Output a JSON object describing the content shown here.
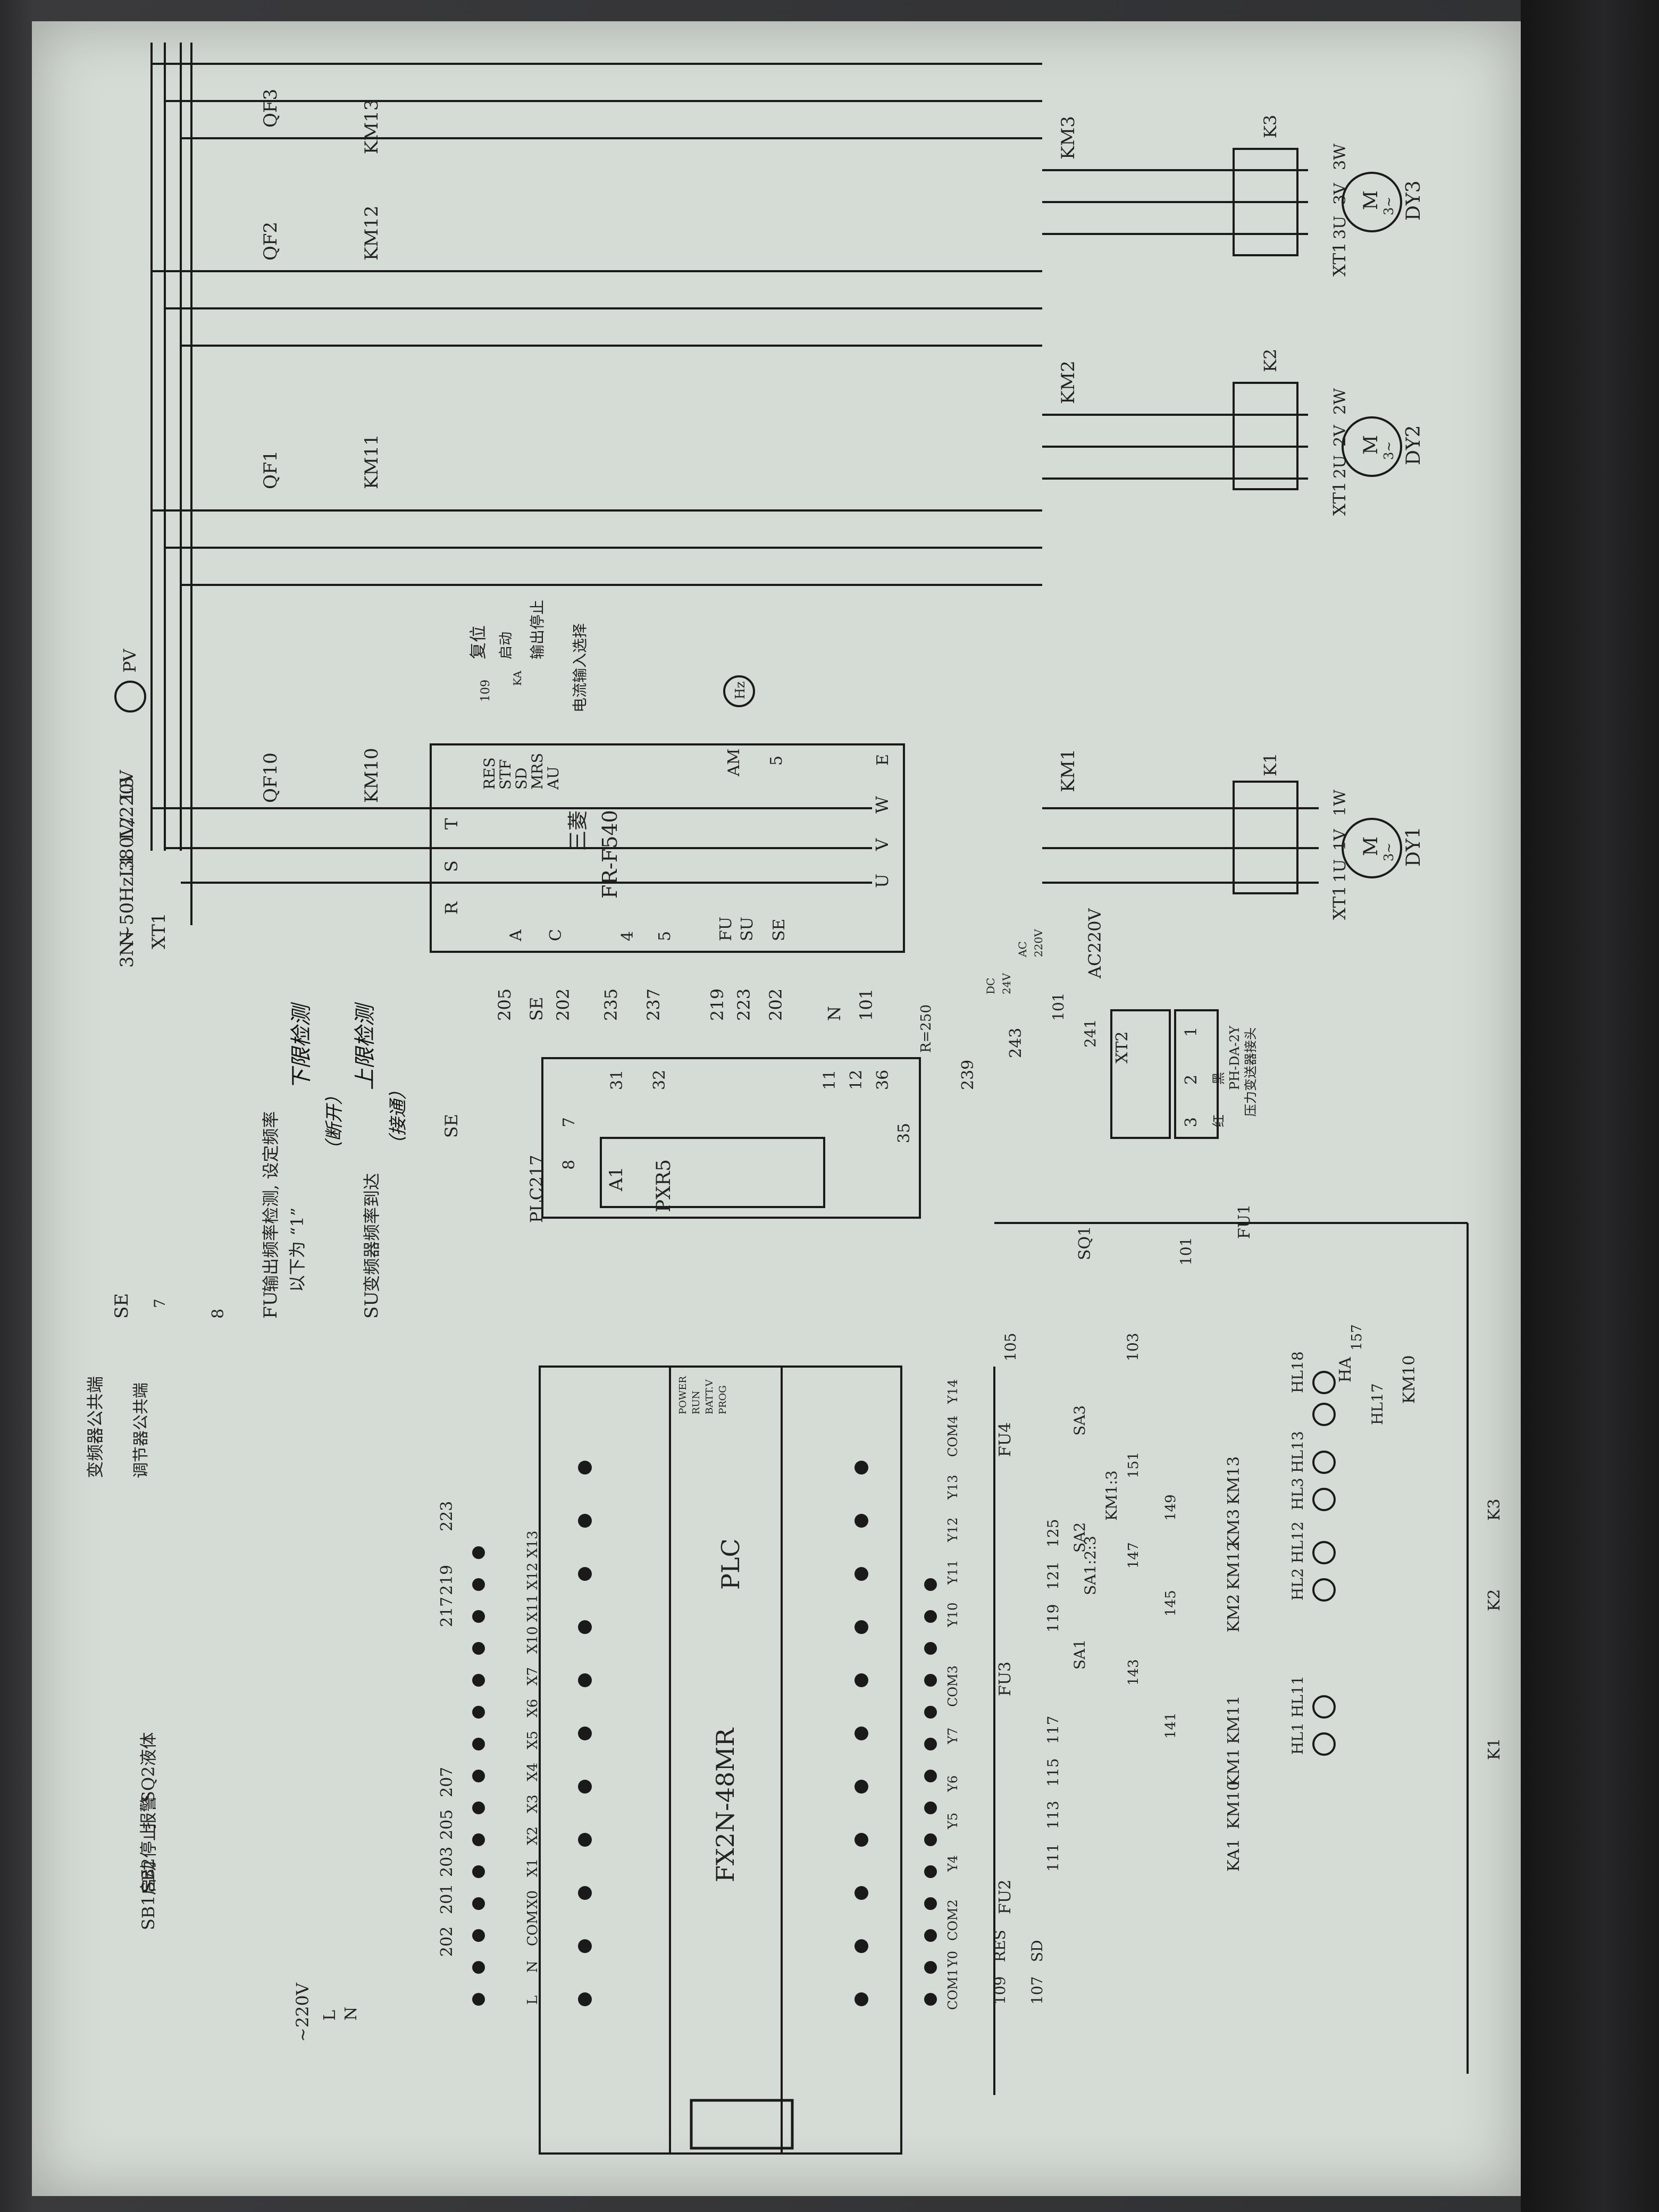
{
  "supply": {
    "main": "3N~50Hz 380V/220V",
    "lines": [
      "L1",
      "L2",
      "L3",
      "N"
    ],
    "terminal": "XT1",
    "voltmeter": "PV",
    "ac220": "AC220V",
    "plc_supply": "~220V",
    "plc_supply_lines": [
      "L",
      "N"
    ]
  },
  "breakers": [
    "QF10",
    "QF1",
    "QF2",
    "QF3"
  ],
  "contactors_main": [
    "KM10",
    "KM11",
    "KM12",
    "KM13",
    "KM1",
    "KM2",
    "KM3"
  ],
  "thermal": [
    "K1",
    "K2",
    "K3"
  ],
  "motors": [
    {
      "name": "DY1",
      "term": "XT1",
      "pins": [
        "1U",
        "1V",
        "1W"
      ],
      "symbol": "M",
      "phase": "3~"
    },
    {
      "name": "DY2",
      "term": "XT1",
      "pins": [
        "2U",
        "2V",
        "2W"
      ],
      "symbol": "M",
      "phase": "3~"
    },
    {
      "name": "DY3",
      "term": "XT1",
      "pins": [
        "3U",
        "3V",
        "3W"
      ],
      "symbol": "M",
      "phase": "3~"
    }
  ],
  "inverter": {
    "brand": "三菱",
    "model": "FR-F540",
    "inputs": [
      "R",
      "S",
      "T"
    ],
    "outputs": [
      "U",
      "V",
      "W"
    ],
    "ctrl_pins": [
      "RES",
      "STF",
      "SD",
      "MRS",
      "AU"
    ],
    "left_pins": [
      "A",
      "C",
      "4",
      "5"
    ],
    "out_pins": [
      "FU",
      "SU",
      "SE"
    ],
    "analog": [
      "AM",
      "5",
      "E"
    ],
    "freq_meter": "Hz"
  },
  "inverter_labels": {
    "n109": "109",
    "reset": "复位",
    "start": "启动",
    "out_stop": "输出停止",
    "current_in": "电流输入选择",
    "ka": "KA"
  },
  "terminals_mid": [
    "205",
    "SE",
    "202",
    "235",
    "237",
    "219",
    "223",
    "202",
    "N",
    "101"
  ],
  "pxr": {
    "name": "PXR5",
    "sub": "A1",
    "pins": [
      "7",
      "8",
      "31",
      "32",
      "11",
      "12",
      "36",
      "35"
    ],
    "r": "R=250",
    "n239": "239",
    "n243": "243",
    "n241": "241",
    "se": "SE",
    "plc": "PLC217"
  },
  "transmitter": {
    "term": "XT2",
    "pins": [
      "3",
      "2",
      "1"
    ],
    "colors": [
      "红",
      "黑"
    ],
    "model": "PH-DA-2Y",
    "desc": "压力变送器接头",
    "conv": [
      "DC",
      "24V",
      "AC",
      "220V"
    ],
    "n101": "101"
  },
  "legend": {
    "se_label": "SE",
    "se_desc": "变频器公共端",
    "se_sub": "调节器公共端",
    "se_no": "7",
    "n8": "8",
    "fu_label": "FU",
    "fu_desc": "输出频率检测, 设定频率",
    "fu_desc2": "以下为 “1”",
    "fu_hand": "下限检测",
    "fu_hand2": "（断开）",
    "su_label": "SU",
    "su_desc": "变频器频率到达",
    "su_hand": "上限检测",
    "su_hand2": "（接通）"
  },
  "plc": {
    "model": "FX2N-48MR",
    "name": "PLC",
    "status": [
      "POWER",
      "RUN",
      "BATT.V",
      "PROG"
    ],
    "inputs": [
      "L",
      "N",
      "COM",
      "X0",
      "X1",
      "X2",
      "X3",
      "X4",
      "X5",
      "X6",
      "X7",
      "X10",
      "X11",
      "X12",
      "X13"
    ],
    "input_wires": [
      "202",
      "201",
      "203",
      "205",
      "207",
      "217",
      "219",
      "223"
    ],
    "buttons": [
      "SB1启动",
      "SB2停止",
      "报警",
      "SQ2液体"
    ],
    "outputs": [
      "COM1",
      "Y0",
      "COM2",
      "Y4",
      "Y5",
      "Y6",
      "Y7",
      "COM3",
      "Y10",
      "Y11",
      "Y12",
      "Y13",
      "COM4",
      "Y14"
    ],
    "fuses": [
      "FU2",
      "FU3",
      "FU4",
      "FU1"
    ],
    "out_wires": [
      "109",
      "RES",
      "107",
      "SD",
      "111",
      "113",
      "115",
      "117",
      "119",
      "121",
      "125",
      "105",
      "103",
      "101"
    ],
    "coils": [
      "KA1",
      "KM10",
      "KM1",
      "KM11",
      "KM2",
      "KM12",
      "KM3",
      "KM13",
      "KM10"
    ],
    "lamps": [
      "HL1",
      "HL11",
      "HL2",
      "HL12",
      "HL3",
      "HL13",
      "HL17",
      "HL18"
    ],
    "nodes": [
      "141",
      "143",
      "145",
      "147",
      "149",
      "151",
      "157"
    ],
    "switches": [
      "SA1",
      "SA2",
      "SA3"
    ],
    "relays": [
      "K1",
      "K2",
      "K3"
    ],
    "alarm": "HA",
    "sq": "SQ1",
    "sa123": "SA1:2:3",
    "km13": "KM1:3"
  }
}
